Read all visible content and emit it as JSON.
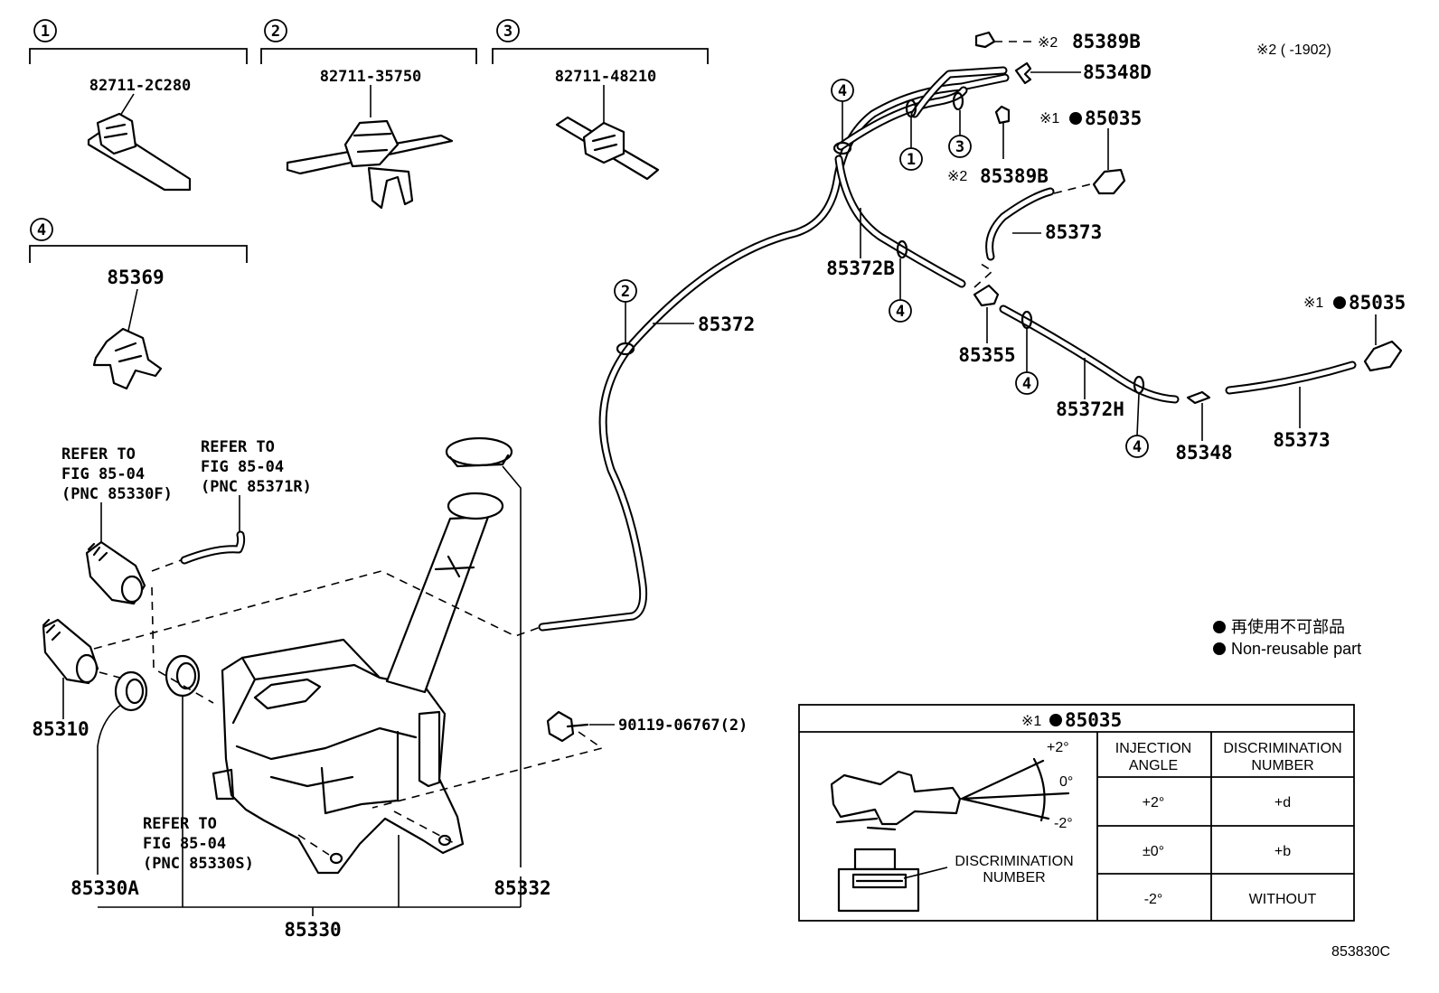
{
  "diagram": {
    "figure_code": "853830C",
    "clip_groups": [
      {
        "num": "1",
        "part": "82711-2C280"
      },
      {
        "num": "2",
        "part": "82711-35750"
      },
      {
        "num": "3",
        "part": "82711-48210"
      },
      {
        "num": "4",
        "part": "85369"
      }
    ],
    "refs": {
      "r1": [
        "REFER TO",
        "FIG 85-04",
        "(PNC 85330F)"
      ],
      "r2": [
        "REFER TO",
        "FIG 85-04",
        "(PNC 85371R)"
      ],
      "r3": [
        "REFER TO",
        "FIG 85-04",
        "(PNC 85330S)"
      ]
    },
    "parts": {
      "p85310": "85310",
      "p85330A": "85330A",
      "p85330": "85330",
      "p85332": "85332",
      "p90119": "90119-06767(2)",
      "p85372": "85372",
      "p85372B": "85372B",
      "p85355": "85355",
      "p85372H": "85372H",
      "p85348": "85348",
      "p85373a": "85373",
      "p85373b": "85373",
      "p85389Ba": "85389B",
      "p85389Bb": "85389B",
      "p85348D": "85348D",
      "p85035a": "85035",
      "p85035b": "85035"
    },
    "marks": {
      "note2": "※2",
      "note1": "※1",
      "circle_nums": [
        "4",
        "1",
        "3",
        "2",
        "4",
        "4",
        "4"
      ],
      "note2_range": "※2 (      -1902)"
    },
    "legend": {
      "jp": "再使用不可部品",
      "en": "Non-reusable part"
    },
    "table": {
      "title_mark": "※1",
      "title_part": "85035",
      "col1_header": [
        "INJECTION",
        "ANGLE"
      ],
      "col2_header": [
        "DISCRIMINATION",
        "NUMBER"
      ],
      "rows": [
        {
          "angle": "+2°",
          "number": "+d"
        },
        {
          "angle": "±0°",
          "number": "+b"
        },
        {
          "angle": "-2°",
          "number": "WITHOUT"
        }
      ],
      "angle_labels": [
        "+2°",
        "0°",
        "-2°"
      ],
      "disc_label": [
        "DISCRIMINATION",
        "NUMBER"
      ]
    }
  }
}
